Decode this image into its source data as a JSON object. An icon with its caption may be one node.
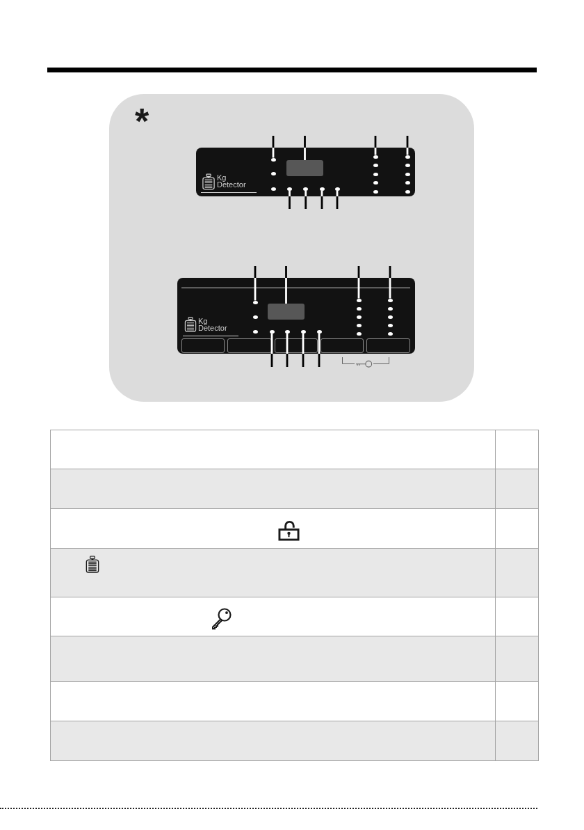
{
  "diagram": {
    "nodes": [
      {
        "text": [
          "*"
        ]
      },
      {
        "text": [
          "Kg Detector"
        ],
        "in": 0
      },
      {
        "text": [],
        "shape": "circle",
        "in": 1
      },
      {
        "text": [],
        "shape": "box",
        "in": 1
      },
      {
        "text": [],
        "shape": "circle",
        "in": 1
      },
      {
        "text": [],
        "shape": "circle",
        "in": 1
      },
      {
        "text": [],
        "shape": "circle",
        "in": 1
      },
      {
        "text": [],
        "shape": "circle",
        "in": 1
      },
      {
        "text": [],
        "shape": "circle",
        "in": 1
      },
      {
        "text": [],
        "shape": "circle",
        "in": 1
      },
      {
        "text": [
          "Kg Detector"
        ],
        "in": 0
      },
      {
        "text": [],
        "shape": "circle",
        "in": 10
      },
      {
        "text": [],
        "shape": "box",
        "in": 10
      },
      {
        "text": [],
        "shape": "circle",
        "in": 10
      },
      {
        "text": [],
        "shape": "circle",
        "in": 10
      },
      {
        "text": [],
        "shape": "circle",
        "in": 10
      },
      {
        "text": [],
        "shape": "circle",
        "in": 10
      },
      {
        "text": [],
        "shape": "circle",
        "in": 10
      },
      {
        "text": [],
        "shape": "circle",
        "in": 10
      }
    ],
    "edges": [
      {
        "from": null,
        "to": 2,
        "arrow": "none"
      },
      {
        "from": null,
        "to": 3,
        "arrow": "none"
      },
      {
        "from": null,
        "to": 4,
        "arrow": "none"
      },
      {
        "from": null,
        "to": 5,
        "arrow": "none"
      },
      {
        "from": null,
        "to": 6,
        "arrow": "none"
      },
      {
        "from": null,
        "to": 7,
        "arrow": "none"
      },
      {
        "from": null,
        "to": 8,
        "arrow": "none"
      },
      {
        "from": null,
        "to": 9,
        "arrow": "none"
      },
      {
        "from": null,
        "to": 11,
        "arrow": "none"
      },
      {
        "from": null,
        "to": 12,
        "arrow": "none"
      },
      {
        "from": null,
        "to": 13,
        "arrow": "none"
      },
      {
        "from": null,
        "to": 14,
        "arrow": "none"
      },
      {
        "from": null,
        "to": 15,
        "arrow": "none"
      },
      {
        "from": null,
        "to": 16,
        "arrow": "none"
      },
      {
        "from": null,
        "to": 17,
        "arrow": "none"
      },
      {
        "from": null,
        "to": 18,
        "arrow": "none"
      }
    ]
  }
}
